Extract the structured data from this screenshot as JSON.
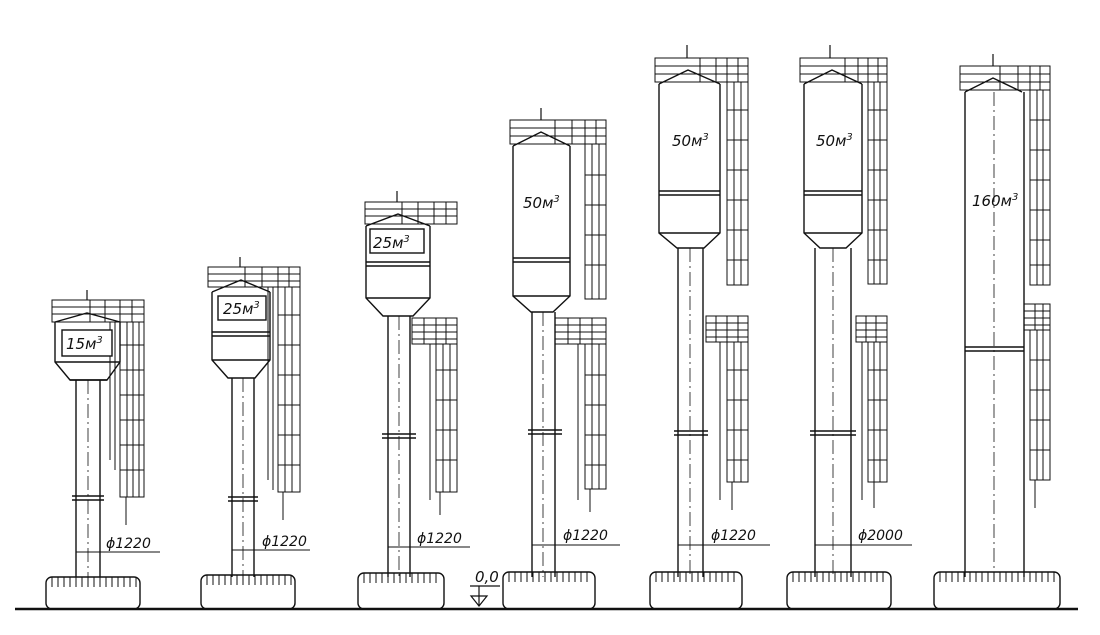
{
  "ground_level": "0,0",
  "towers": [
    {
      "id": "t1",
      "volume": "15",
      "volume_unit": "м",
      "volume_exp": "3",
      "pipe_diameter": "ϕ1220"
    },
    {
      "id": "t2",
      "volume": "25",
      "volume_unit": "м",
      "volume_exp": "3",
      "pipe_diameter": "ϕ1220"
    },
    {
      "id": "t3",
      "volume": "25",
      "volume_unit": "м",
      "volume_exp": "3",
      "pipe_diameter": "ϕ1220"
    },
    {
      "id": "t4",
      "volume": "50",
      "volume_unit": "м",
      "volume_exp": "3",
      "pipe_diameter": "ϕ1220"
    },
    {
      "id": "t5",
      "volume": "50",
      "volume_unit": "м",
      "volume_exp": "3",
      "pipe_diameter": "ϕ1220"
    },
    {
      "id": "t6",
      "volume": "50",
      "volume_unit": "м",
      "volume_exp": "3",
      "pipe_diameter": "ϕ2000"
    },
    {
      "id": "t7",
      "volume": "160",
      "volume_unit": "м",
      "volume_exp": "3",
      "pipe_diameter": ""
    }
  ]
}
